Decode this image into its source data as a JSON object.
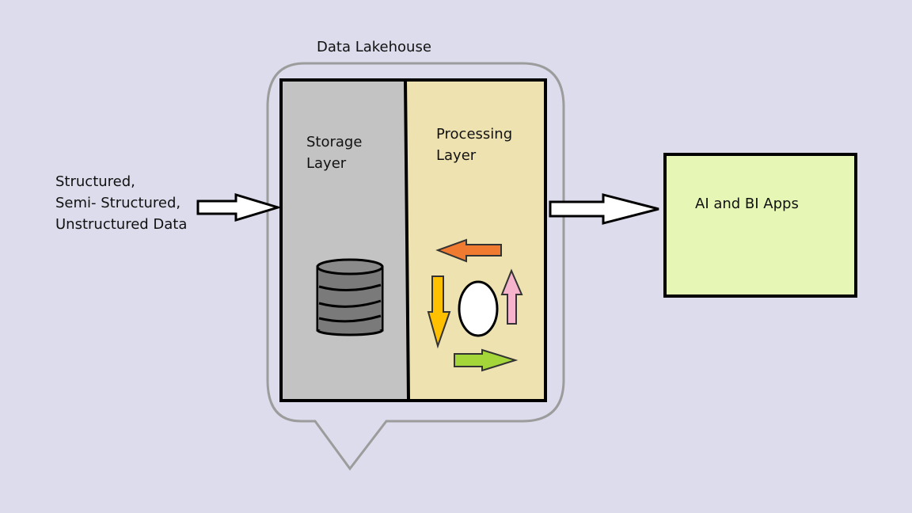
{
  "lakehouse": {
    "title": "Data Lakehouse"
  },
  "input": {
    "lines": [
      "Structured,",
      "Semi- Structured,",
      "Unstructured Data"
    ]
  },
  "storage_layer": {
    "lines": [
      "Storage",
      "Layer"
    ]
  },
  "processing_layer": {
    "lines": [
      "Processing",
      "Layer"
    ]
  },
  "output": {
    "label": "AI and BI Apps"
  },
  "colors": {
    "background": "#dcdcec",
    "storage_fill": "#c3c3c3",
    "processing_fill": "#efe2b1",
    "apps_fill": "#e6f7b5",
    "database_fill": "#7a7a7a",
    "arrow_orange": "#f07a30",
    "arrow_yellow": "#ffc000",
    "arrow_pink": "#f6b3cc",
    "arrow_green": "#a4d63a"
  }
}
